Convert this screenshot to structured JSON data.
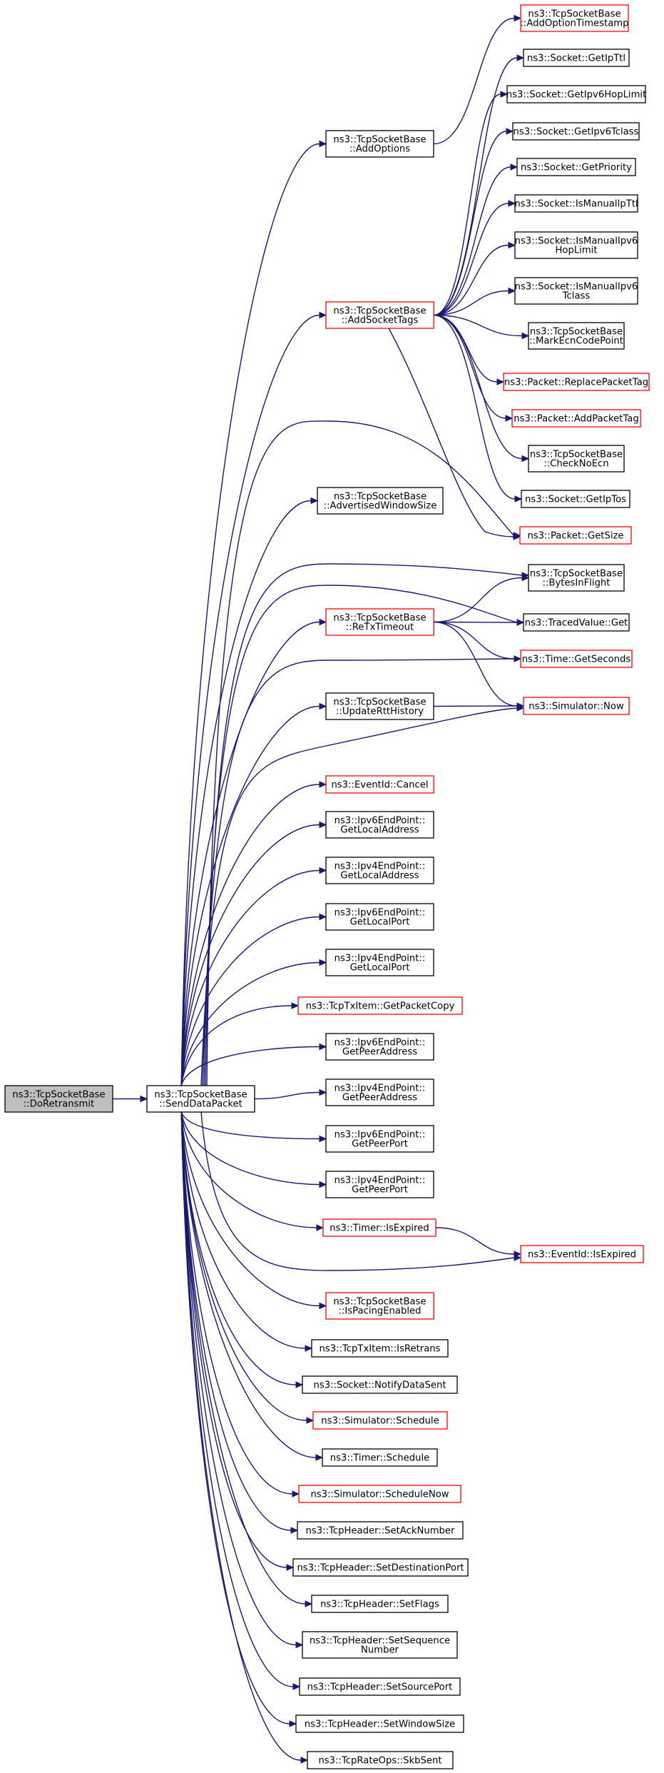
{
  "graph": {
    "nodes": [
      {
        "id": "DoRetransmit",
        "lines": [
          "ns3::TcpSocketBase",
          "::DoRetransmit"
        ],
        "style": "grey"
      },
      {
        "id": "SendDataPacket",
        "lines": [
          "ns3::TcpSocketBase",
          "::SendDataPacket"
        ],
        "style": "black"
      },
      {
        "id": "AddOptions",
        "lines": [
          "ns3::TcpSocketBase",
          "::AddOptions"
        ],
        "style": "black"
      },
      {
        "id": "AddOptionTimestamp",
        "lines": [
          "ns3::TcpSocketBase",
          "::AddOptionTimestamp"
        ],
        "style": "red"
      },
      {
        "id": "AddSocketTags",
        "lines": [
          "ns3::TcpSocketBase",
          "::AddSocketTags"
        ],
        "style": "red"
      },
      {
        "id": "GetIpTtl",
        "lines": [
          "ns3::Socket::GetIpTtl"
        ],
        "style": "black"
      },
      {
        "id": "GetIpv6HopLimit",
        "lines": [
          "ns3::Socket::GetIpv6HopLimit"
        ],
        "style": "black"
      },
      {
        "id": "GetIpv6Tclass",
        "lines": [
          "ns3::Socket::GetIpv6Tclass"
        ],
        "style": "black"
      },
      {
        "id": "GetPriority",
        "lines": [
          "ns3::Socket::GetPriority"
        ],
        "style": "black"
      },
      {
        "id": "IsManualIpTtl",
        "lines": [
          "ns3::Socket::IsManualIpTtl"
        ],
        "style": "black"
      },
      {
        "id": "IsManualIpv6HopLimit",
        "lines": [
          "ns3::Socket::IsManualIpv6",
          "HopLimit"
        ],
        "style": "black"
      },
      {
        "id": "IsManualIpv6Tclass",
        "lines": [
          "ns3::Socket::IsManualIpv6",
          "Tclass"
        ],
        "style": "black"
      },
      {
        "id": "MarkEcnCodePoint",
        "lines": [
          "ns3::TcpSocketBase",
          "::MarkEcnCodePoint"
        ],
        "style": "black"
      },
      {
        "id": "ReplacePacketTag",
        "lines": [
          "ns3::Packet::ReplacePacketTag"
        ],
        "style": "red"
      },
      {
        "id": "AddPacketTag",
        "lines": [
          "ns3::Packet::AddPacketTag"
        ],
        "style": "red"
      },
      {
        "id": "CheckNoEcn",
        "lines": [
          "ns3::TcpSocketBase",
          "::CheckNoEcn"
        ],
        "style": "black"
      },
      {
        "id": "GetIpTos",
        "lines": [
          "ns3::Socket::GetIpTos"
        ],
        "style": "black"
      },
      {
        "id": "GetSize",
        "lines": [
          "ns3::Packet::GetSize"
        ],
        "style": "red"
      },
      {
        "id": "AdvertisedWindowSize",
        "lines": [
          "ns3::TcpSocketBase",
          "::AdvertisedWindowSize"
        ],
        "style": "black"
      },
      {
        "id": "BytesInFlight",
        "lines": [
          "ns3::TcpSocketBase",
          "::BytesInFlight"
        ],
        "style": "black"
      },
      {
        "id": "ReTxTimeout",
        "lines": [
          "ns3::TcpSocketBase",
          "::ReTxTimeout"
        ],
        "style": "red"
      },
      {
        "id": "TracedValueGet",
        "lines": [
          "ns3::TracedValue::Get"
        ],
        "style": "black"
      },
      {
        "id": "TimeGetSeconds",
        "lines": [
          "ns3::Time::GetSeconds"
        ],
        "style": "red"
      },
      {
        "id": "UpdateRttHistory",
        "lines": [
          "ns3::TcpSocketBase",
          "::UpdateRttHistory"
        ],
        "style": "black"
      },
      {
        "id": "SimulatorNow",
        "lines": [
          "ns3::Simulator::Now"
        ],
        "style": "red"
      },
      {
        "id": "EventIdCancel",
        "lines": [
          "ns3::EventId::Cancel"
        ],
        "style": "red"
      },
      {
        "id": "Ipv6GetLocalAddress",
        "lines": [
          "ns3::Ipv6EndPoint::",
          "GetLocalAddress"
        ],
        "style": "black"
      },
      {
        "id": "Ipv4GetLocalAddress",
        "lines": [
          "ns3::Ipv4EndPoint::",
          "GetLocalAddress"
        ],
        "style": "black"
      },
      {
        "id": "Ipv6GetLocalPort",
        "lines": [
          "ns3::Ipv6EndPoint::",
          "GetLocalPort"
        ],
        "style": "black"
      },
      {
        "id": "Ipv4GetLocalPort",
        "lines": [
          "ns3::Ipv4EndPoint::",
          "GetLocalPort"
        ],
        "style": "black"
      },
      {
        "id": "GetPacketCopy",
        "lines": [
          "ns3::TcpTxItem::GetPacketCopy"
        ],
        "style": "red"
      },
      {
        "id": "Ipv6GetPeerAddress",
        "lines": [
          "ns3::Ipv6EndPoint::",
          "GetPeerAddress"
        ],
        "style": "black"
      },
      {
        "id": "Ipv4GetPeerAddress",
        "lines": [
          "ns3::Ipv4EndPoint::",
          "GetPeerAddress"
        ],
        "style": "black"
      },
      {
        "id": "Ipv6GetPeerPort",
        "lines": [
          "ns3::Ipv6EndPoint::",
          "GetPeerPort"
        ],
        "style": "black"
      },
      {
        "id": "Ipv4GetPeerPort",
        "lines": [
          "ns3::Ipv4EndPoint::",
          "GetPeerPort"
        ],
        "style": "black"
      },
      {
        "id": "TimerIsExpired",
        "lines": [
          "ns3::Timer::IsExpired"
        ],
        "style": "red"
      },
      {
        "id": "EventIdIsExpired",
        "lines": [
          "ns3::EventId::IsExpired"
        ],
        "style": "red"
      },
      {
        "id": "IsPacingEnabled",
        "lines": [
          "ns3::TcpSocketBase",
          "::IsPacingEnabled"
        ],
        "style": "red"
      },
      {
        "id": "IsRetrans",
        "lines": [
          "ns3::TcpTxItem::IsRetrans"
        ],
        "style": "black"
      },
      {
        "id": "NotifyDataSent",
        "lines": [
          "ns3::Socket::NotifyDataSent"
        ],
        "style": "black"
      },
      {
        "id": "SimulatorSchedule",
        "lines": [
          "ns3::Simulator::Schedule"
        ],
        "style": "red"
      },
      {
        "id": "TimerSchedule",
        "lines": [
          "ns3::Timer::Schedule"
        ],
        "style": "black"
      },
      {
        "id": "ScheduleNow",
        "lines": [
          "ns3::Simulator::ScheduleNow"
        ],
        "style": "red"
      },
      {
        "id": "SetAckNumber",
        "lines": [
          "ns3::TcpHeader::SetAckNumber"
        ],
        "style": "black"
      },
      {
        "id": "SetDestinationPort",
        "lines": [
          "ns3::TcpHeader::SetDestinationPort"
        ],
        "style": "black"
      },
      {
        "id": "SetFlags",
        "lines": [
          "ns3::TcpHeader::SetFlags"
        ],
        "style": "black"
      },
      {
        "id": "SetSequenceNumber",
        "lines": [
          "ns3::TcpHeader::SetSequence",
          "Number"
        ],
        "style": "black"
      },
      {
        "id": "SetSourcePort",
        "lines": [
          "ns3::TcpHeader::SetSourcePort"
        ],
        "style": "black"
      },
      {
        "id": "SetWindowSize",
        "lines": [
          "ns3::TcpHeader::SetWindowSize"
        ],
        "style": "black"
      },
      {
        "id": "SkbSent",
        "lines": [
          "ns3::TcpRateOps::SkbSent"
        ],
        "style": "black"
      }
    ],
    "edges": [
      [
        "DoRetransmit",
        "SendDataPacket"
      ],
      [
        "SendDataPacket",
        "AddOptions"
      ],
      [
        "AddOptions",
        "AddOptionTimestamp"
      ],
      [
        "SendDataPacket",
        "AddSocketTags"
      ],
      [
        "AddSocketTags",
        "GetIpTtl"
      ],
      [
        "AddSocketTags",
        "GetIpv6HopLimit"
      ],
      [
        "AddSocketTags",
        "GetIpv6Tclass"
      ],
      [
        "AddSocketTags",
        "GetPriority"
      ],
      [
        "AddSocketTags",
        "IsManualIpTtl"
      ],
      [
        "AddSocketTags",
        "IsManualIpv6HopLimit"
      ],
      [
        "AddSocketTags",
        "IsManualIpv6Tclass"
      ],
      [
        "AddSocketTags",
        "MarkEcnCodePoint"
      ],
      [
        "AddSocketTags",
        "ReplacePacketTag"
      ],
      [
        "AddSocketTags",
        "AddPacketTag"
      ],
      [
        "AddSocketTags",
        "CheckNoEcn"
      ],
      [
        "AddSocketTags",
        "GetIpTos"
      ],
      [
        "AddSocketTags",
        "GetSize"
      ],
      [
        "SendDataPacket",
        "GetSize"
      ],
      [
        "SendDataPacket",
        "AdvertisedWindowSize"
      ],
      [
        "SendDataPacket",
        "BytesInFlight"
      ],
      [
        "SendDataPacket",
        "TracedValueGet"
      ],
      [
        "SendDataPacket",
        "ReTxTimeout"
      ],
      [
        "ReTxTimeout",
        "BytesInFlight"
      ],
      [
        "ReTxTimeout",
        "TracedValueGet"
      ],
      [
        "ReTxTimeout",
        "TimeGetSeconds"
      ],
      [
        "ReTxTimeout",
        "SimulatorNow"
      ],
      [
        "SendDataPacket",
        "TimeGetSeconds"
      ],
      [
        "SendDataPacket",
        "UpdateRttHistory"
      ],
      [
        "UpdateRttHistory",
        "SimulatorNow"
      ],
      [
        "SendDataPacket",
        "SimulatorNow"
      ],
      [
        "SendDataPacket",
        "EventIdCancel"
      ],
      [
        "SendDataPacket",
        "Ipv6GetLocalAddress"
      ],
      [
        "SendDataPacket",
        "Ipv4GetLocalAddress"
      ],
      [
        "SendDataPacket",
        "Ipv6GetLocalPort"
      ],
      [
        "SendDataPacket",
        "Ipv4GetLocalPort"
      ],
      [
        "SendDataPacket",
        "GetPacketCopy"
      ],
      [
        "SendDataPacket",
        "Ipv6GetPeerAddress"
      ],
      [
        "SendDataPacket",
        "Ipv4GetPeerAddress"
      ],
      [
        "SendDataPacket",
        "Ipv6GetPeerPort"
      ],
      [
        "SendDataPacket",
        "Ipv4GetPeerPort"
      ],
      [
        "SendDataPacket",
        "TimerIsExpired"
      ],
      [
        "TimerIsExpired",
        "EventIdIsExpired"
      ],
      [
        "SendDataPacket",
        "EventIdIsExpired"
      ],
      [
        "SendDataPacket",
        "IsPacingEnabled"
      ],
      [
        "SendDataPacket",
        "IsRetrans"
      ],
      [
        "SendDataPacket",
        "NotifyDataSent"
      ],
      [
        "SendDataPacket",
        "SimulatorSchedule"
      ],
      [
        "SendDataPacket",
        "TimerSchedule"
      ],
      [
        "SendDataPacket",
        "ScheduleNow"
      ],
      [
        "SendDataPacket",
        "SetAckNumber"
      ],
      [
        "SendDataPacket",
        "SetDestinationPort"
      ],
      [
        "SendDataPacket",
        "SetFlags"
      ],
      [
        "SendDataPacket",
        "SetSequenceNumber"
      ],
      [
        "SendDataPacket",
        "SetSourcePort"
      ],
      [
        "SendDataPacket",
        "SetWindowSize"
      ],
      [
        "SendDataPacket",
        "SkbSent"
      ]
    ],
    "colors": {
      "edge": "#191970",
      "highlight_border": "#ff0000",
      "normal_border": "#000000",
      "root_fill": "#bfbfbf"
    }
  }
}
